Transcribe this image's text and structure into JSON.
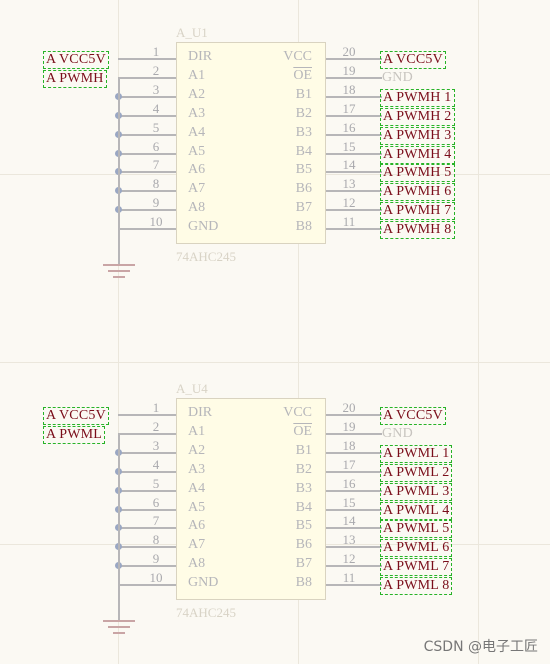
{
  "blocks": [
    {
      "designator": "A_U1",
      "part_type": "74AHC245",
      "left_net_labels": [
        "A_VCC5V",
        "A_PWMH"
      ],
      "right_net_labels": [
        "A_VCC5V",
        "GND",
        "A_PWMH_1",
        "A_PWMH_2",
        "A_PWMH_3",
        "A_PWMH_4",
        "A_PWMH_5",
        "A_PWMH_6",
        "A_PWMH_7",
        "A_PWMH_8"
      ],
      "left_pins": [
        {
          "num": "1",
          "name": "DIR"
        },
        {
          "num": "2",
          "name": "A1"
        },
        {
          "num": "3",
          "name": "A2"
        },
        {
          "num": "4",
          "name": "A3"
        },
        {
          "num": "5",
          "name": "A4"
        },
        {
          "num": "6",
          "name": "A5"
        },
        {
          "num": "7",
          "name": "A6"
        },
        {
          "num": "8",
          "name": "A7"
        },
        {
          "num": "9",
          "name": "A8"
        },
        {
          "num": "10",
          "name": "GND"
        }
      ],
      "right_pins": [
        {
          "num": "20",
          "name": "VCC"
        },
        {
          "num": "19",
          "name": "OE"
        },
        {
          "num": "18",
          "name": "B1"
        },
        {
          "num": "17",
          "name": "B2"
        },
        {
          "num": "16",
          "name": "B3"
        },
        {
          "num": "15",
          "name": "B4"
        },
        {
          "num": "14",
          "name": "B5"
        },
        {
          "num": "13",
          "name": "B6"
        },
        {
          "num": "12",
          "name": "B7"
        },
        {
          "num": "11",
          "name": "B8"
        }
      ]
    },
    {
      "designator": "A_U4",
      "part_type": "74AHC245",
      "left_net_labels": [
        "A_VCC5V",
        "A_PWML"
      ],
      "right_net_labels": [
        "A_VCC5V",
        "GND",
        "A_PWML_1",
        "A_PWML_2",
        "A_PWML_3",
        "A_PWML_4",
        "A_PWML_5",
        "A_PWML_6",
        "A_PWML_7",
        "A_PWML_8"
      ],
      "left_pins": [
        {
          "num": "1",
          "name": "DIR"
        },
        {
          "num": "2",
          "name": "A1"
        },
        {
          "num": "3",
          "name": "A2"
        },
        {
          "num": "4",
          "name": "A3"
        },
        {
          "num": "5",
          "name": "A4"
        },
        {
          "num": "6",
          "name": "A5"
        },
        {
          "num": "7",
          "name": "A6"
        },
        {
          "num": "8",
          "name": "A7"
        },
        {
          "num": "9",
          "name": "A8"
        },
        {
          "num": "10",
          "name": "GND"
        }
      ],
      "right_pins": [
        {
          "num": "20",
          "name": "VCC"
        },
        {
          "num": "19",
          "name": "OE"
        },
        {
          "num": "18",
          "name": "B1"
        },
        {
          "num": "17",
          "name": "B2"
        },
        {
          "num": "16",
          "name": "B3"
        },
        {
          "num": "15",
          "name": "B4"
        },
        {
          "num": "14",
          "name": "B5"
        },
        {
          "num": "13",
          "name": "B6"
        },
        {
          "num": "12",
          "name": "B7"
        },
        {
          "num": "11",
          "name": "B8"
        }
      ]
    }
  ],
  "watermark": "CSDN @电子工匠",
  "colors": {
    "net_label": "#7a0d1a",
    "net_label_border": "#27b327",
    "pin": "#b7b6b8",
    "chip_fill": "#fffce6",
    "junction": "#9aa7c3",
    "background": "#fbf9f3"
  }
}
